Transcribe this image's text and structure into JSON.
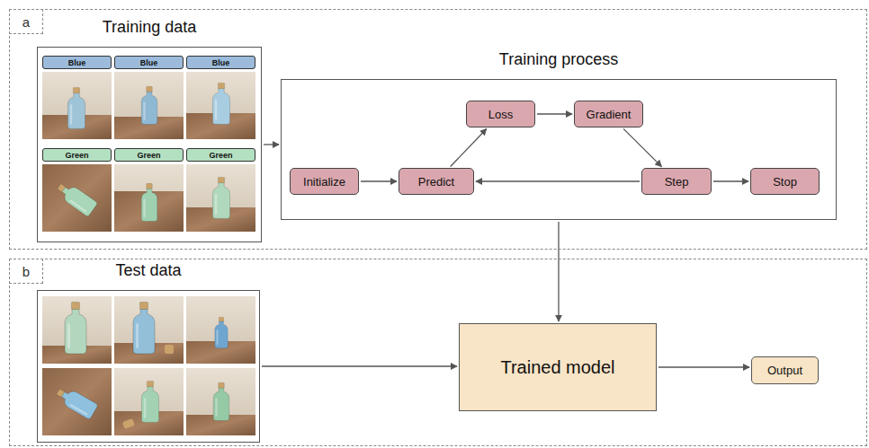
{
  "diagram": {
    "nodes": [
      {
        "text": [
          "a"
        ]
      },
      {
        "text": [
          "Training data"
        ],
        "in": 0
      },
      {
        "text": [
          "Blue"
        ],
        "in": 1
      },
      {
        "text": [
          "Blue"
        ],
        "in": 1
      },
      {
        "text": [
          "Blue"
        ],
        "in": 1
      },
      {
        "text": [
          "Green"
        ],
        "in": 1
      },
      {
        "text": [
          "Green"
        ],
        "in": 1
      },
      {
        "text": [
          "Green"
        ],
        "in": 1
      },
      {
        "text": [
          "Training process"
        ],
        "in": 0
      },
      {
        "text": [
          "Initialize"
        ],
        "in": 8
      },
      {
        "text": [
          "Predict"
        ],
        "in": 8
      },
      {
        "text": [
          "Loss"
        ],
        "in": 8
      },
      {
        "text": [
          "Gradient"
        ],
        "in": 8
      },
      {
        "text": [
          "Step"
        ],
        "in": 8
      },
      {
        "text": [
          "Stop"
        ],
        "in": 8
      },
      {
        "text": [
          "b"
        ]
      },
      {
        "text": [
          "Test data"
        ],
        "in": 15
      },
      {
        "text": [
          "Trained model"
        ],
        "in": 15
      },
      {
        "text": [
          "Output"
        ],
        "in": 15
      }
    ],
    "edges": [
      {
        "from": 1,
        "to": 8,
        "arrow": "to"
      },
      {
        "from": 9,
        "to": 10,
        "arrow": "to"
      },
      {
        "from": 10,
        "to": 11,
        "arrow": "to"
      },
      {
        "from": 11,
        "to": 12,
        "arrow": "to"
      },
      {
        "from": 12,
        "to": 13,
        "arrow": "to"
      },
      {
        "from": 13,
        "to": 10,
        "arrow": "to"
      },
      {
        "from": 13,
        "to": 14,
        "arrow": "to"
      },
      {
        "from": 8,
        "to": 17,
        "arrow": "to"
      },
      {
        "from": 16,
        "to": 17,
        "arrow": "to"
      },
      {
        "from": 17,
        "to": 18,
        "arrow": "to"
      }
    ]
  }
}
